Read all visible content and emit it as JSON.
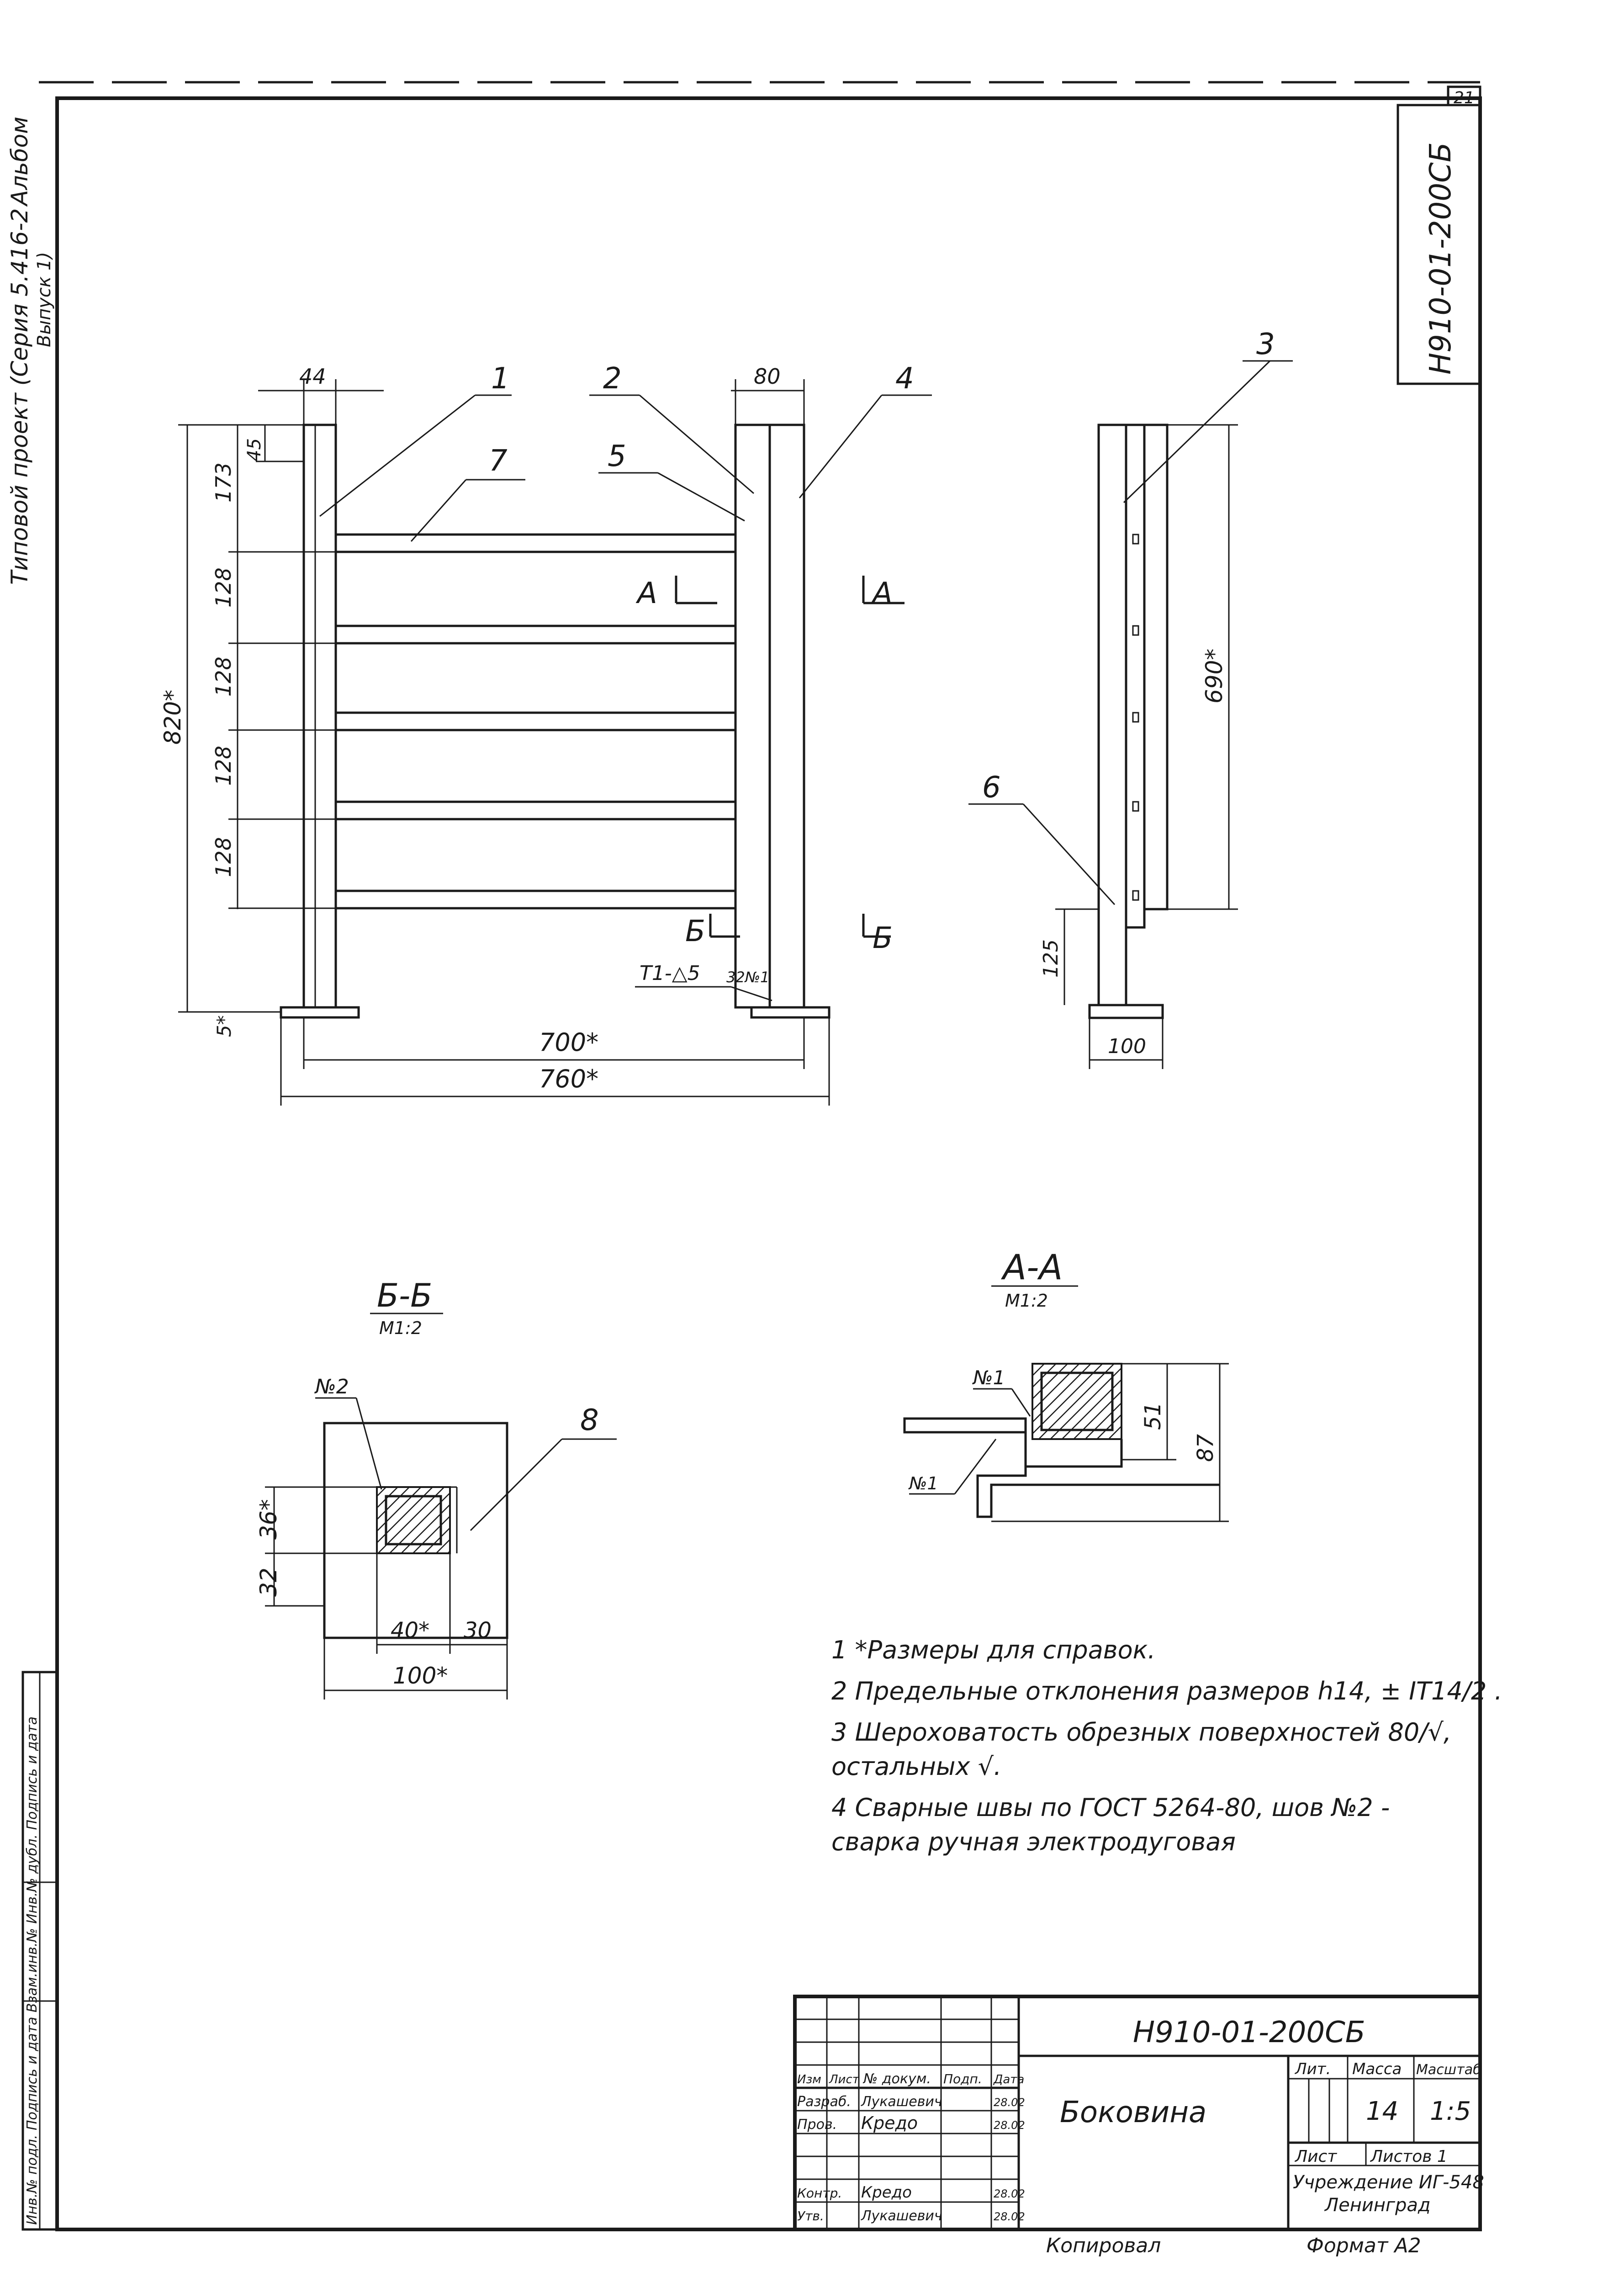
{
  "sheet_number": "21",
  "designation": "Н910-01-200СБ",
  "side_note": {
    "line1": "Типовой проект (Серия 5.416-2",
    "line2": "Выпуск 1)",
    "line3": "Альбом"
  },
  "front_view": {
    "callouts": [
      "1",
      "2",
      "4",
      "5",
      "7"
    ],
    "dims": {
      "top_left_width": "44",
      "top_right_width": "80",
      "top_height": "173",
      "top_small": "45",
      "pitch1": "128",
      "pitch2": "128",
      "pitch3": "128",
      "pitch4": "128",
      "overall_height": "820*",
      "base_gap": "5*",
      "inner_width": "700*",
      "outer_width": "760*"
    },
    "section_a": "А",
    "section_b": "Б",
    "weld_label": "Т1-△5",
    "weld_seam": "32№1"
  },
  "side_view": {
    "callouts": [
      "3",
      "6"
    ],
    "dims": {
      "height": "690*",
      "foot_height": "125",
      "foot_width": "100"
    }
  },
  "section_bb": {
    "title": "Б-Б",
    "scale": "М1:2",
    "weld": "№2",
    "callout": "8",
    "dims": {
      "h1": "36*",
      "h2": "32",
      "w1": "40*",
      "w2": "30",
      "w_total": "100*"
    }
  },
  "section_aa": {
    "title": "А-А",
    "scale": "М1:2",
    "weld_top": "№1",
    "weld_bottom": "№1",
    "dims": {
      "h1": "51",
      "h2": "87"
    }
  },
  "notes": [
    "1 *Размеры для справок.",
    "2 Предельные отклонения размеров h14, ± IT14/2 .",
    "3 Шероховатость обрезных поверхностей 80/√,",
    "остальных √.",
    "4 Сварные швы по ГОСТ 5264-80, шов №2 -",
    "сварка ручная электродуговая"
  ],
  "title_block": {
    "designation": "Н910-01-200СБ",
    "name": "Боковина",
    "col_lit": "Лит.",
    "col_mass": "Масса",
    "col_scale": "Масштаб",
    "mass": "14",
    "scale": "1:5",
    "sheet_label": "Лист",
    "sheets_label": "Листов 1",
    "org_line1": "Учреждение ИГ-548",
    "org_line2": "Ленинград",
    "header_cells": [
      "Изм",
      "Лист",
      "№ докум.",
      "Подп.",
      "Дата"
    ],
    "rows": [
      [
        "Разраб.",
        "Лукашевич",
        "",
        "28.02"
      ],
      [
        "Пров.",
        "Кредо",
        "",
        "28.02"
      ],
      [
        "Контр.",
        "Кредо",
        "",
        "28.02"
      ],
      [
        "Утв.",
        "Лукашевич",
        "",
        "28.02"
      ]
    ],
    "copied": "Копировал",
    "format": "Формат А2"
  },
  "left_strip": {
    "text": "Инв.№ подл.  Подпись и дата  Взам.инв.№  Инв.№ дубл.  Подпись и дата"
  }
}
